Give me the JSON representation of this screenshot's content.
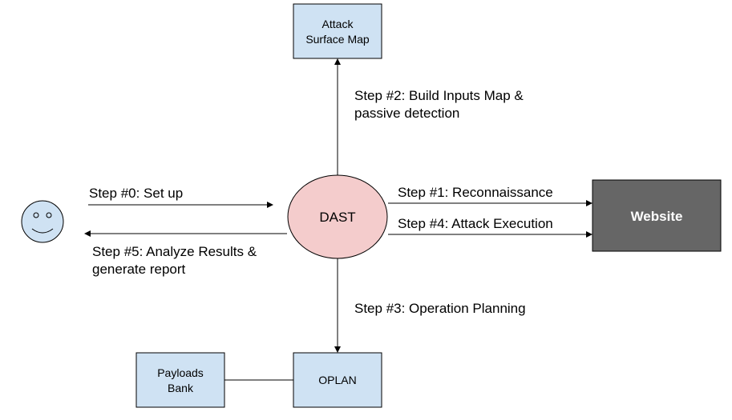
{
  "nodes": {
    "attack_surface_map": {
      "line1": "Attack",
      "line2": "Surface Map"
    },
    "dast": {
      "label": "DAST"
    },
    "website": {
      "label": "Website"
    },
    "oplan": {
      "label": "OPLAN"
    },
    "payloads_bank": {
      "line1": "Payloads",
      "line2": "Bank"
    },
    "user": {
      "icon": "smiley-face-icon"
    }
  },
  "steps": {
    "step0": {
      "line1": "Step #0: Set up"
    },
    "step1": {
      "line1": "Step #1: Reconnaissance"
    },
    "step2": {
      "line1": "Step #2: Build Inputs Map &",
      "line2": "passive detection"
    },
    "step3": {
      "line1": "Step #3: Operation Planning"
    },
    "step4": {
      "line1": "Step #4: Attack Execution"
    },
    "step5": {
      "line1": "Step #5: Analyze Results &",
      "line2": "generate report"
    }
  },
  "colors": {
    "box_fill": "#cfe2f3",
    "circle_fill": "#f4cccc",
    "website_fill": "#666666",
    "stroke": "#000000"
  }
}
